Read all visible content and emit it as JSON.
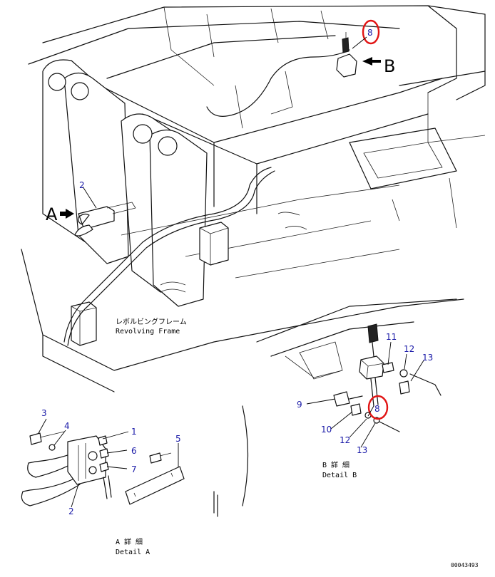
{
  "callouts": {
    "8_top": "8",
    "2_top": "2",
    "3": "3",
    "4": "4",
    "1": "1",
    "6": "6",
    "7": "7",
    "5": "5",
    "2_bottom": "2",
    "11": "11",
    "12_right": "12",
    "13_right": "13",
    "9": "9",
    "8_detail": "8",
    "10": "10",
    "12_bottom": "12",
    "13_bottom": "13"
  },
  "view_letters": {
    "a": "A",
    "b": "B"
  },
  "frame_label": {
    "jp": "レボルビングフレーム",
    "en": "Revolving Frame"
  },
  "detail_a": {
    "jp": "A 詳 細",
    "en": "Detail A"
  },
  "detail_b": {
    "jp": "B 詳 細",
    "en": "Detail B"
  },
  "drawing_number": "00043493",
  "colors": {
    "callout_text": "#1a1aa8",
    "highlight_ring": "#e11414",
    "line_art": "#111111"
  }
}
